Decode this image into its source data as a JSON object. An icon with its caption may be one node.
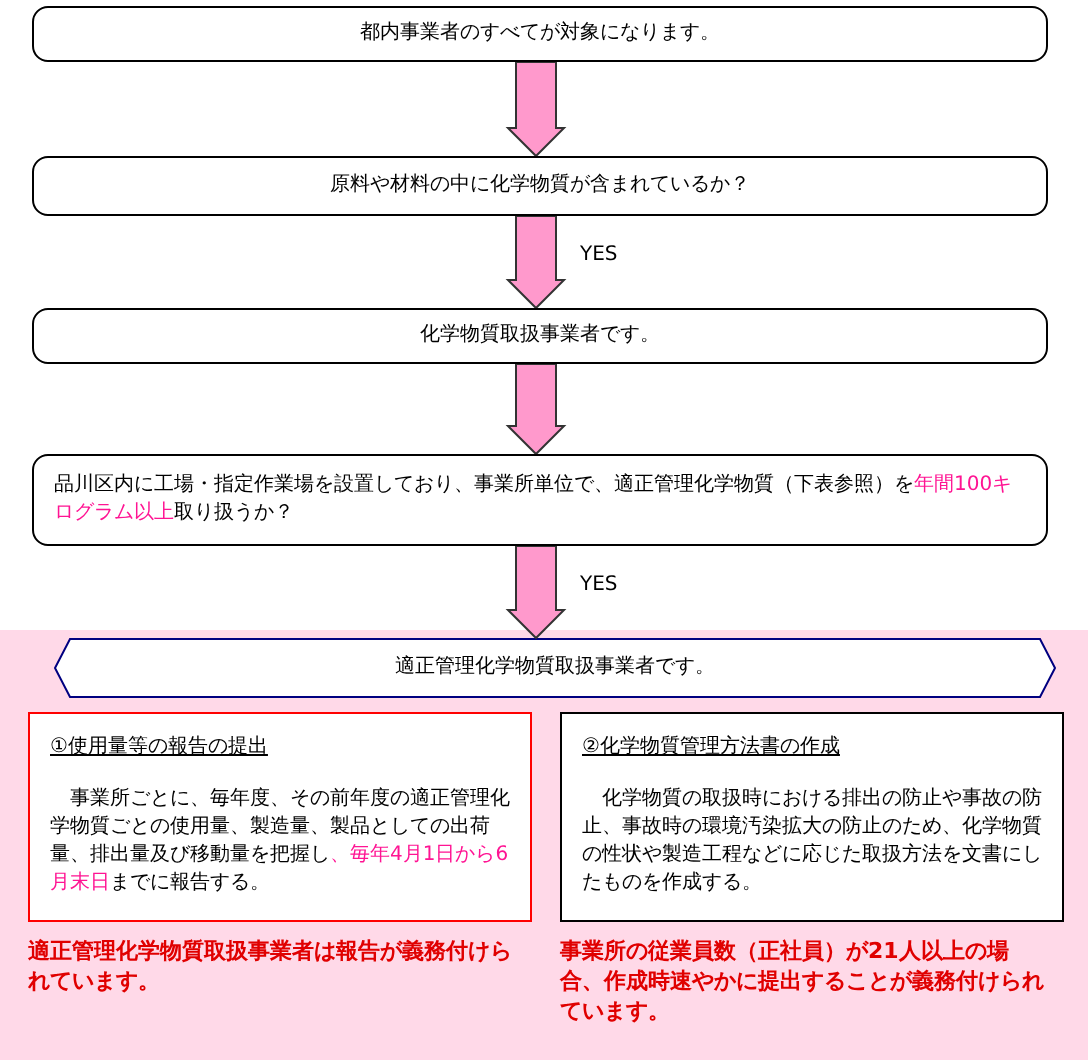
{
  "diagram": {
    "nodes": [
      {
        "text": [
          "都内事業者のすべてが対象になります。"
        ]
      },
      {
        "text": [
          "原料や材料の中に化学物質が含まれているか？"
        ]
      },
      {
        "text": [
          "化学物質取扱事業者です。"
        ]
      },
      {
        "text": [
          "品川区内に工場・指定作業場を設置しており、事業所単位で、適正管理化学物質（下表参照）を**年間100キログラム以上**取り扱うか？"
        ]
      },
      {
        "text": [],
        "shape": "band"
      },
      {
        "text": [
          "適正管理化学物質取扱事業者です。"
        ],
        "in": 4
      },
      {
        "text": [
          "①使用量等の報告の提出",
          "事業所ごとに、毎年度、その前年度の適正管理化学物質ごとの使用量、製造量、製品としての出荷量、排出量及び移動量を把握し**、毎年4月1日から6月末日**までに報告する。"
        ],
        "in": 4,
        "beside": [
          "適正管理化学物質取扱事業者は報告が義務付けられています。"
        ]
      },
      {
        "text": [
          "②化学物質管理方法書の作成",
          "化学物質の取扱時における排出の防止や事故の防止、事故時の環境汚染拡大の防止のため、化学物質の性状や製造工程などに応じた取扱方法を文書にしたものを作成する。"
        ],
        "in": 4,
        "beside": [
          "事業所の従業員数（正社員）が21人以上の場合、作成時速やかに提出することが義務付けられています。"
        ]
      }
    ],
    "edges": [
      {
        "from": 0,
        "to": 1,
        "arrow": "to"
      },
      {
        "from": 1,
        "to": 2,
        "arrow": "to",
        "label": "YES"
      },
      {
        "from": 2,
        "to": 3,
        "arrow": "to"
      },
      {
        "from": 3,
        "to": 5,
        "arrow": "to",
        "label": "YES"
      }
    ]
  }
}
